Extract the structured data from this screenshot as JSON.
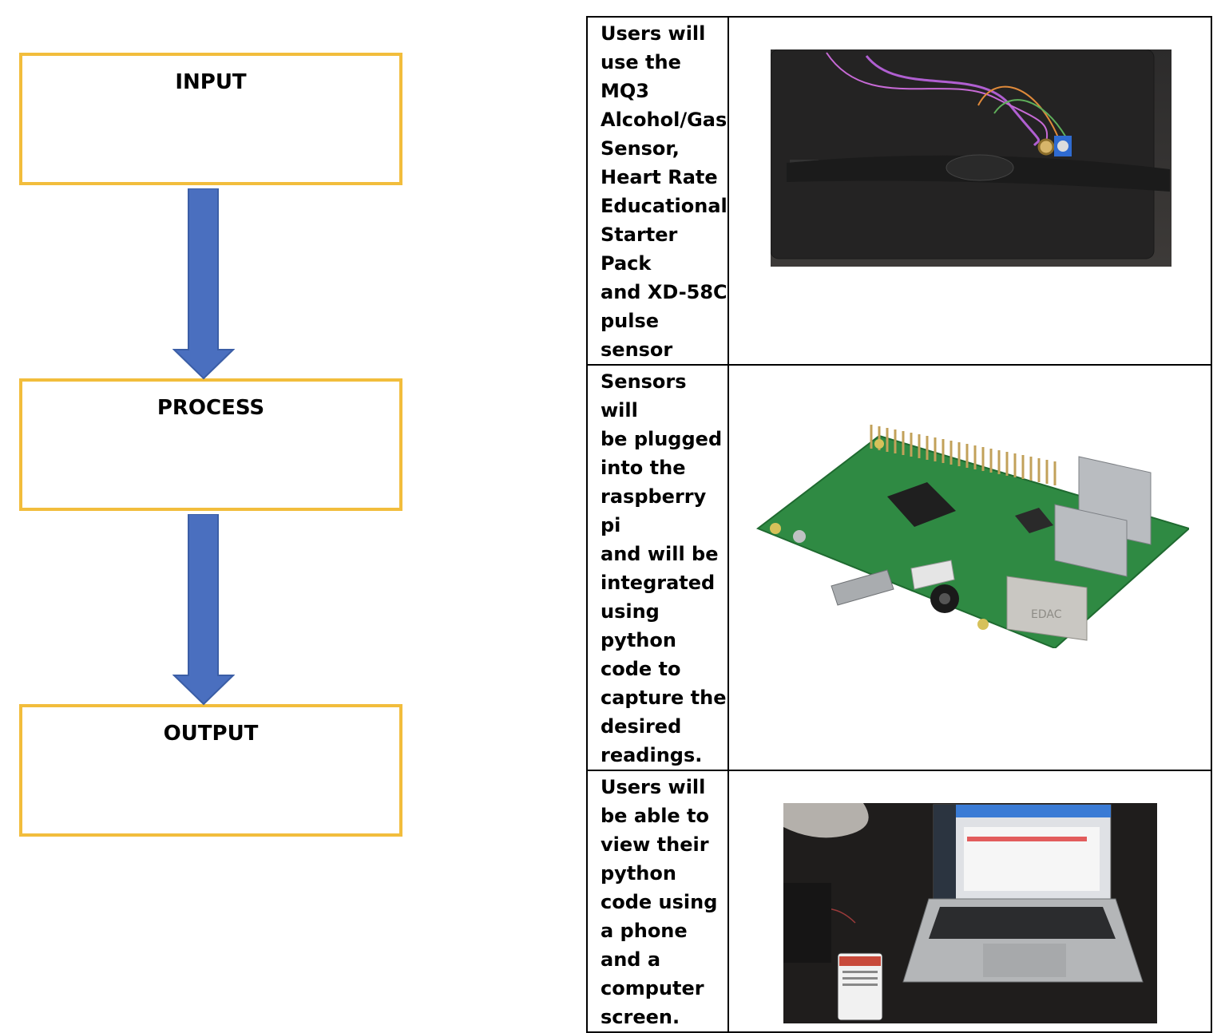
{
  "flow": {
    "steps": [
      {
        "label": "INPUT"
      },
      {
        "label": "PROCESS"
      },
      {
        "label": "OUTPUT"
      }
    ],
    "colors": {
      "box_border": "#f2bd3c",
      "arrow_fill": "#4a6fbf",
      "arrow_stroke": "#3b5ea6"
    }
  },
  "table": {
    "rows": [
      {
        "description": "Users will\nuse the\nMQ3\nAlcohol/Gas\nSensor,\nHeart Rate\nEducational\nStarter Pack\nand XD-58C\npulse\nsensor",
        "photo_icon": "heart-rate-strap-sensor-photo"
      },
      {
        "description": "Sensors will\nbe plugged\ninto the\nraspberry pi\nand will be\nintegrated\nusing\npython\ncode to\ncapture the\ndesired\nreadings.",
        "photo_icon": "raspberry-pi-board-photo"
      },
      {
        "description": "Users will\nbe able to\nview their\npython\ncode using\na phone\nand a\ncomputer\nscreen.",
        "photo_icon": "laptop-and-phone-photo"
      }
    ]
  }
}
